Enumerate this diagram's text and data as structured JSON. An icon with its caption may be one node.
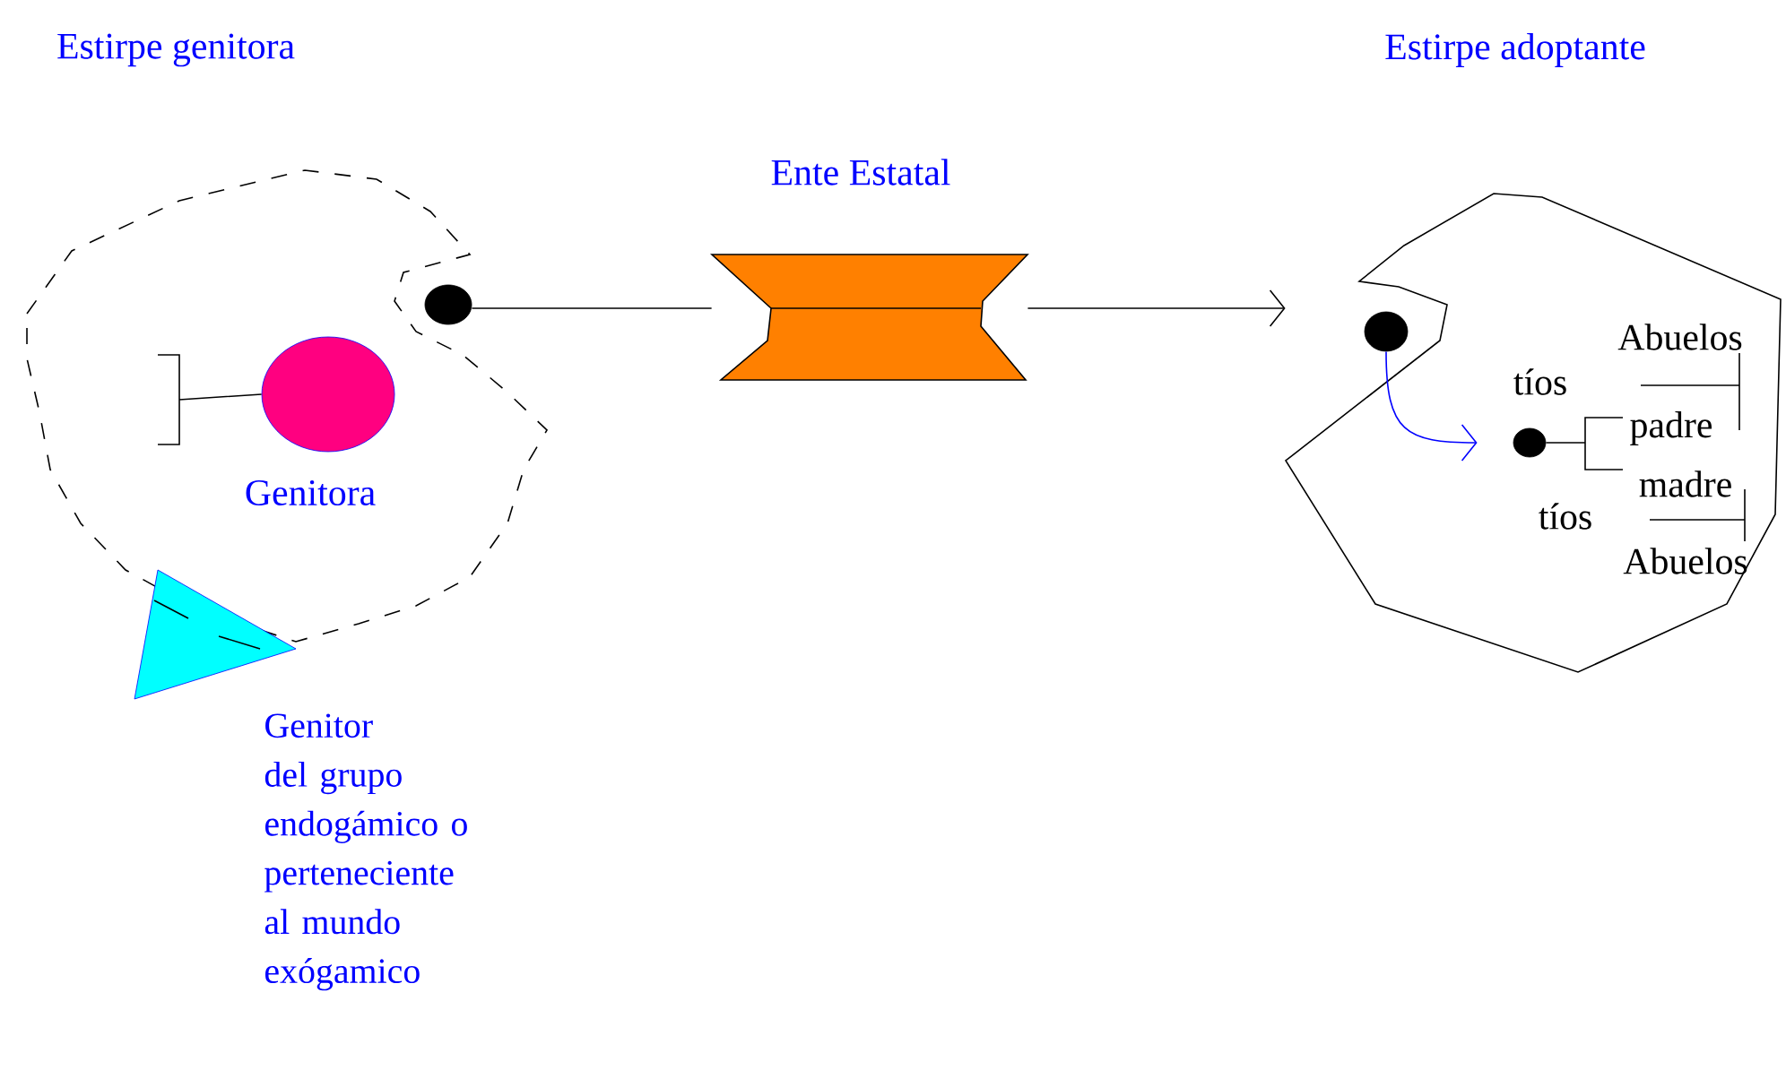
{
  "diagram": {
    "nodes": [
      {
        "text": [
          "Estirpe genitora"
        ]
      },
      {
        "text": [],
        "shape": "circle",
        "in": 0
      },
      {
        "text": [],
        "shape": "circle",
        "in": 0,
        "beside": [
          "Genitora"
        ]
      },
      {
        "text": [],
        "shape": "triangle",
        "beside": [
          "Genitor del grupo endogámico o perteneciente al mundo exógamico"
        ]
      },
      {
        "text": [
          "Ente Estatal"
        ]
      },
      {
        "text": [
          "Estirpe adoptante"
        ]
      },
      {
        "text": [],
        "shape": "circle",
        "in": 5
      },
      {
        "text": [],
        "shape": "circle",
        "in": 5
      }
    ],
    "edges": [
      {
        "from": 1,
        "to": 4,
        "arrow": "none"
      },
      {
        "from": 4,
        "to": 5,
        "arrow": "to"
      },
      {
        "from": 6,
        "to": 7,
        "arrow": "to",
        "color": "#0000ff"
      }
    ],
    "labels": [
      "Abuelos",
      "tíos",
      "padre",
      "madre",
      "tíos",
      "Abuelos"
    ]
  }
}
